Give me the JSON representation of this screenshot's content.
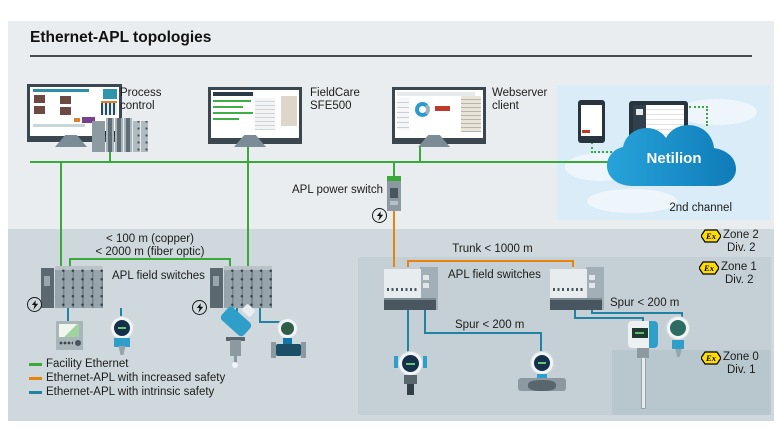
{
  "title": "Ethernet-APL topologies",
  "workstations": {
    "process_control": {
      "line1": "Process",
      "line2": "control"
    },
    "fieldcare": {
      "line1": "FieldCare",
      "line2": "SFE500"
    },
    "webserver": {
      "line1": "Webserver",
      "line2": "client"
    }
  },
  "apl_power_switch_label": "APL power switch",
  "cloud": {
    "name": "Netilion",
    "caption": "2nd channel"
  },
  "left_network": {
    "distance1": "< 100 m (copper)",
    "distance2": "< 2000 m (fiber optic)",
    "switches_label": "APL field switches"
  },
  "right_network": {
    "trunk_label": "Trunk < 1000 m",
    "switches_label": "APL field switches",
    "spur_label_middle": "Spur < 200 m",
    "spur_label_right": "Spur < 200 m"
  },
  "zones": [
    {
      "ex": "Ex",
      "zone": "Zone 2",
      "division": "Div. 2"
    },
    {
      "ex": "Ex",
      "zone": "Zone 1",
      "division": "Div. 2"
    },
    {
      "ex": "Ex",
      "zone": "Zone 0",
      "division": "Div. 1"
    }
  ],
  "legend": [
    {
      "label": "Facility Ethernet",
      "color": "#3aa93c"
    },
    {
      "label": "Ethernet-APL with increased safety",
      "color": "#e8830e"
    },
    {
      "label": "Ethernet-APL with intrinsic safety",
      "color": "#2282a2"
    }
  ],
  "colors": {
    "facility_ethernet": "#3aa93c",
    "increased_safety": "#e8830e",
    "intrinsic_safety": "#2282a2",
    "cloud_blue": "#1b96d2",
    "ex_yellow": "#ffdd00",
    "background_upper": "#e9edef",
    "background_zone2": "#cfd9dd",
    "background_zone1": "#c4d0d6",
    "background_zone0": "#b8c6cd",
    "netilion_box": "#d9ecf8"
  }
}
